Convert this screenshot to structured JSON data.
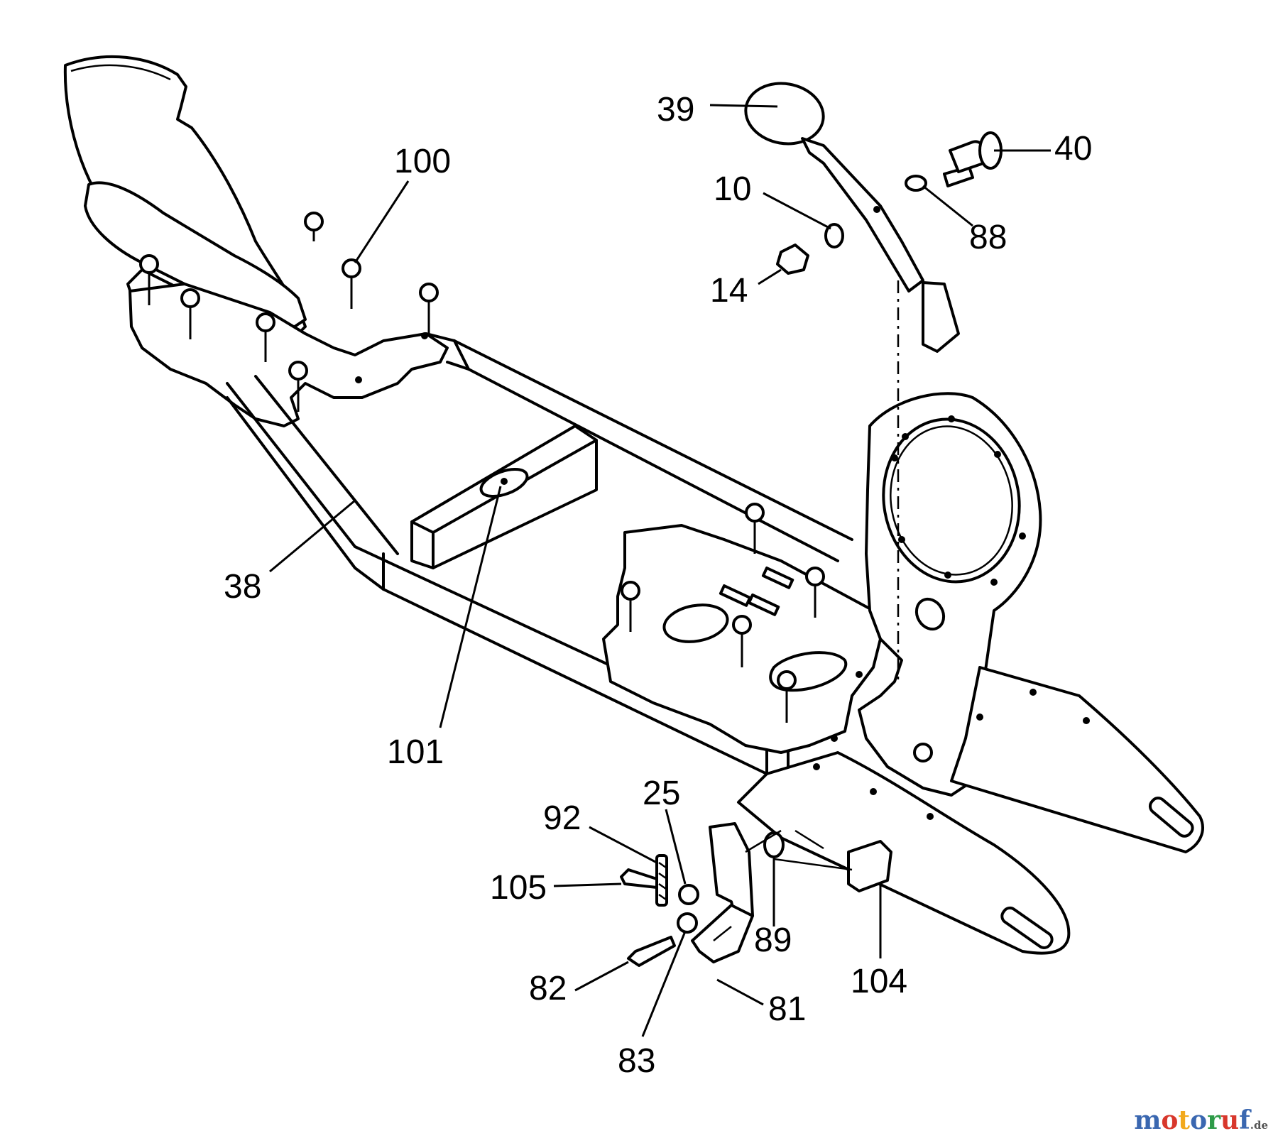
{
  "labels": {
    "p38": "38",
    "p39": "39",
    "p40": "40",
    "p10": "10",
    "p88": "88",
    "p14": "14",
    "p100": "100",
    "p101": "101",
    "p25": "25",
    "p92": "92",
    "p105": "105",
    "p89": "89",
    "p104": "104",
    "p82": "82",
    "p81": "81",
    "p83": "83"
  },
  "watermark": {
    "brand": "motoruf",
    "tld": ".de",
    "letter_colors": [
      "#3a67b0",
      "#d8372c",
      "#f2a91d",
      "#3a67b0",
      "#2e9b48",
      "#d8372c",
      "#3a67b0"
    ]
  }
}
